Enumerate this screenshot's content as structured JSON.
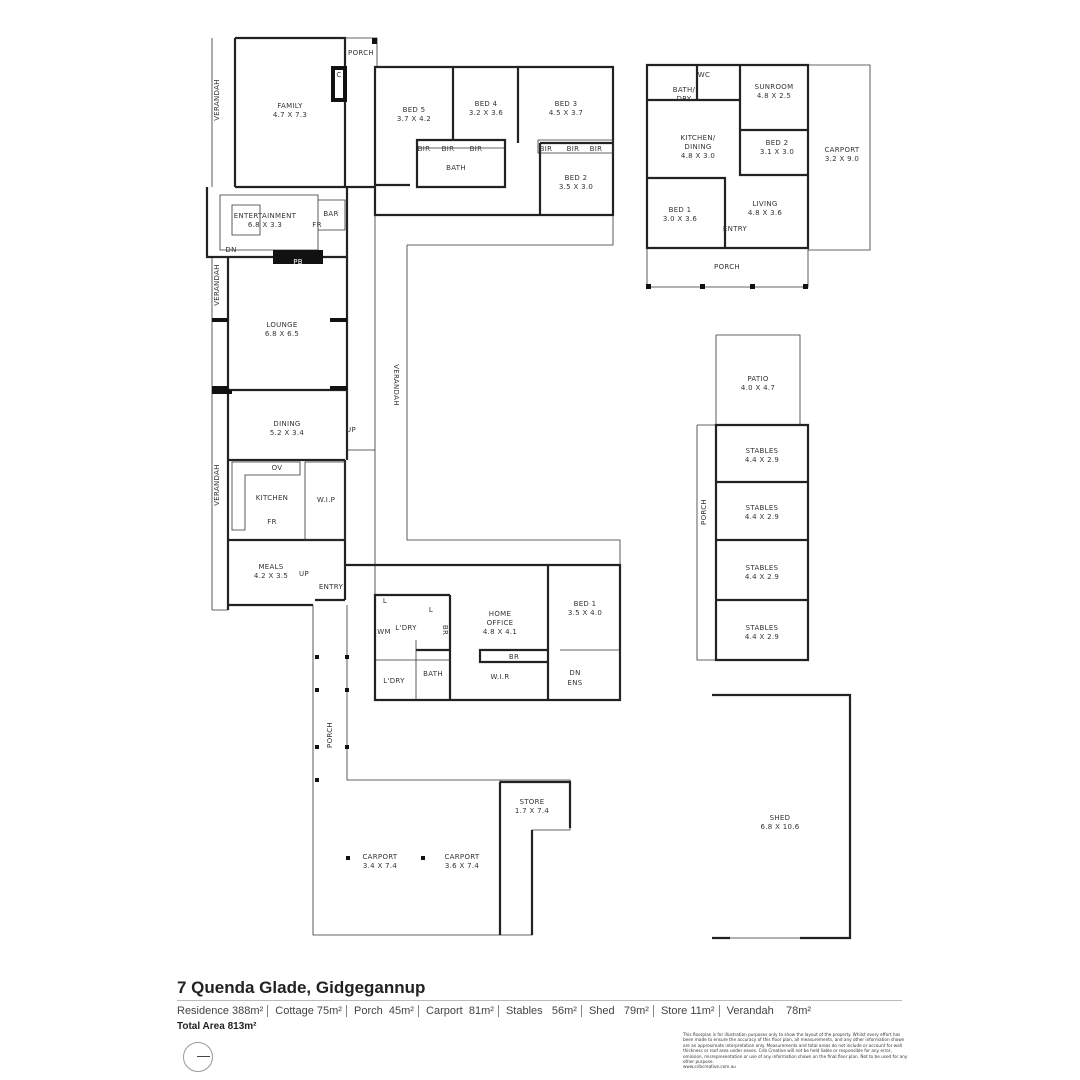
{
  "property": {
    "title": "7 Quenda Glade, Gidgegannup",
    "areas": [
      {
        "label": "Residence",
        "value": "388m²"
      },
      {
        "label": "Cottage",
        "value": "75m²"
      },
      {
        "label": "Porch",
        "value": "45m²"
      },
      {
        "label": "Carport",
        "value": "81m²"
      },
      {
        "label": "Stables",
        "value": "56m²"
      },
      {
        "label": "Shed",
        "value": "79m²"
      },
      {
        "label": "Store",
        "value": "11m²"
      },
      {
        "label": "Verandah",
        "value": "78m²"
      }
    ],
    "total_label": "Total Area",
    "total_value": "813m²",
    "disclaimer": "This floorplan is for illustration purposes only to show the layout of the property. Whilst every effort has been made to ensure the accuracy of this floor plan, all measurements, and any other information shown are an approximate interpretation only. Measurements and total areas do not include or account for wall thickness or roof area under eaves. Crib Creative will not be held liable or responsible for any error, omission, misrepresentation or use of any information shown on the final floor plan. Not to be used for any other purpose.",
    "website": "www.cribcreative.com.au"
  },
  "rooms": {
    "family": {
      "name": "FAMILY",
      "size": "4.7 X 7.3"
    },
    "porch_top": {
      "name": "PORCH"
    },
    "bed5": {
      "name": "BED 5",
      "size": "3.7 X 4.2"
    },
    "bed4": {
      "name": "BED 4",
      "size": "3.2 X 3.6"
    },
    "bed3": {
      "name": "BED 3",
      "size": "4.5 X 3.7"
    },
    "bed2": {
      "name": "BED 2",
      "size": "3.5 X 3.0"
    },
    "bir": "BIR",
    "br": "BR",
    "bath": "BATH",
    "entertainment": {
      "name": "ENTERTAINMENT",
      "size": "6.8 X 3.3"
    },
    "bar": "BAR",
    "fr": "FR",
    "pb": "PB",
    "dn": "DN",
    "up": "UP",
    "c": "C",
    "l": "L",
    "ov": "OV",
    "wm": "WM",
    "lounge": {
      "name": "LOUNGE",
      "size": "6.8 X 6.5"
    },
    "dining": {
      "name": "DINING",
      "size": "5.2 X 3.4"
    },
    "kitchen": {
      "name": "KITCHEN"
    },
    "wip": "W.I.P",
    "meals": {
      "name": "MEALS",
      "size": "4.2 X 3.5"
    },
    "entry": "ENTRY",
    "verandah": "VERANDAH",
    "laundry": "L'DRY",
    "home_office": {
      "name1": "HOME",
      "name2": "OFFICE",
      "size": "4.8 X 4.1"
    },
    "bed1": {
      "name": "BED 1",
      "size": "3.5 X 4.0"
    },
    "wir": "W.I.R",
    "ens": "ENS",
    "porch": "PORCH",
    "carport1": {
      "name": "CARPORT",
      "size": "3.4 X 7.4"
    },
    "carport2": {
      "name": "CARPORT",
      "size": "3.6 X 7.4"
    },
    "store": {
      "name": "STORE",
      "size": "1.7 X 7.4"
    }
  },
  "cottage": {
    "bath_dry1": "BATH/",
    "bath_dry2": "DRY",
    "wc": "WC",
    "sunroom": {
      "name": "SUNROOM",
      "size": "4.8 X 2.5"
    },
    "kitchen1": "KITCHEN/",
    "kitchen2": "DINING",
    "kitchen_size": "4.8 X 3.0",
    "bed2": {
      "name": "BED 2",
      "size": "3.1 X 3.0"
    },
    "bed1": {
      "name": "BED 1",
      "size": "3.0 X 3.6"
    },
    "living": {
      "name": "LIVING",
      "size": "4.8 X 3.6"
    },
    "entry": "ENTRY",
    "porch": "PORCH",
    "carport": {
      "name": "CARPORT",
      "size": "3.2 X 9.0"
    }
  },
  "outbuildings": {
    "patio": {
      "name": "PATIO",
      "size": "4.0 X 4.7"
    },
    "stables": {
      "name": "STABLES",
      "size": "4.4 X 2.9"
    },
    "porch": "PORCH",
    "shed": {
      "name": "SHED",
      "size": "6.8 X 10.6"
    }
  }
}
